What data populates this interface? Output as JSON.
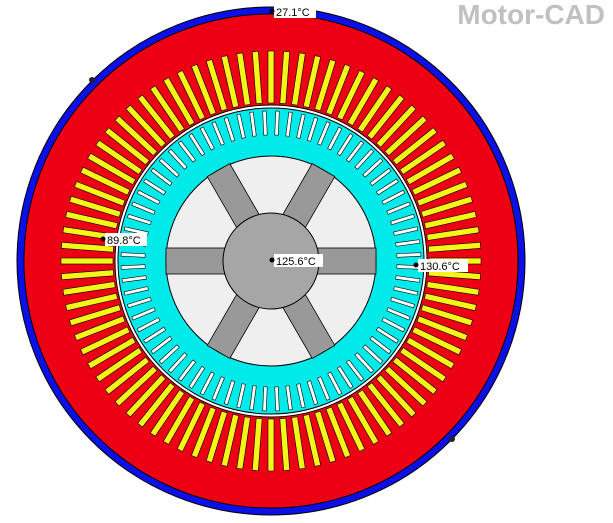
{
  "app": {
    "brand": "Motor-CAD"
  },
  "temperatures": {
    "housing": "27.1°C",
    "stator_winding": "89.8°C",
    "shaft": "125.6°C",
    "rotor_bar": "130.6°C"
  },
  "colors": {
    "housing": "#0a10e6",
    "stator_core": "#ee0014",
    "stator_slot": "#f5f51a",
    "rotor_core": "#00eaea",
    "rotor_slot": "#ffffff",
    "spider_bg": "#efefef",
    "spider_arm": "#999999",
    "hub": "#a6a6a6",
    "outline": "#000000",
    "brand": "#c0c0c0"
  }
}
